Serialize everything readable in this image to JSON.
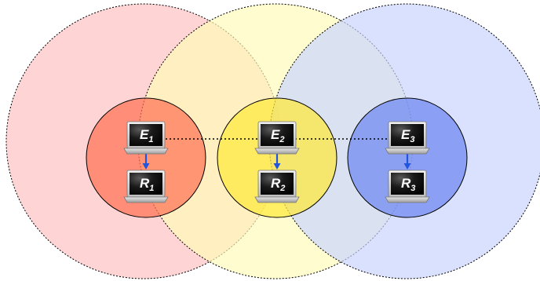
{
  "colors": {
    "zone_1_outer": "#ffcaca",
    "zone_2_outer": "#fffcb8",
    "zone_3_outer": "#c9d3ff",
    "zone_1_inner": "#ff7255",
    "zone_2_inner": "#ffe93a",
    "zone_3_inner": "#6c86f0",
    "arrow": "#2255dd",
    "link": "#000000",
    "screen": "#111111"
  },
  "icons": {
    "transmitter": "laptop-icon",
    "receiver": "laptop-icon",
    "arrow": "down-arrow-icon"
  },
  "nodes": [
    {
      "id": "E1",
      "base": "E",
      "sub": "1",
      "role": "transmitter",
      "zone": 1
    },
    {
      "id": "R1",
      "base": "R",
      "sub": "1",
      "role": "receiver",
      "zone": 1
    },
    {
      "id": "E2",
      "base": "E",
      "sub": "2",
      "role": "transmitter",
      "zone": 2
    },
    {
      "id": "R2",
      "base": "R",
      "sub": "2",
      "role": "receiver",
      "zone": 2
    },
    {
      "id": "E3",
      "base": "E",
      "sub": "3",
      "role": "transmitter",
      "zone": 3
    },
    {
      "id": "R3",
      "base": "R",
      "sub": "3",
      "role": "receiver",
      "zone": 3
    }
  ]
}
